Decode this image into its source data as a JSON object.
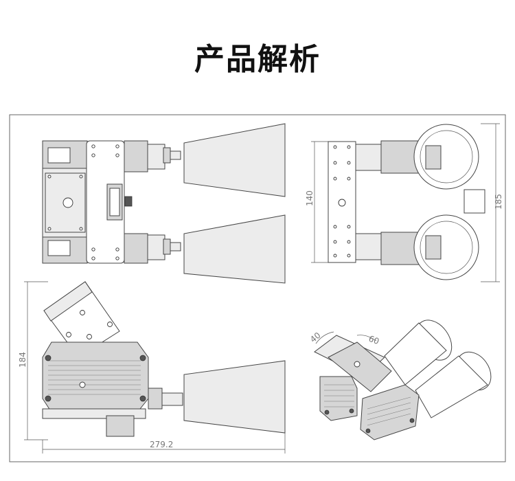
{
  "title": "产品解析",
  "dimensions": {
    "side_height": "140",
    "side_overall_height": "185",
    "front_height": "184",
    "front_width": "279.2",
    "iso_angle_left": "40",
    "iso_angle_right": "60"
  }
}
